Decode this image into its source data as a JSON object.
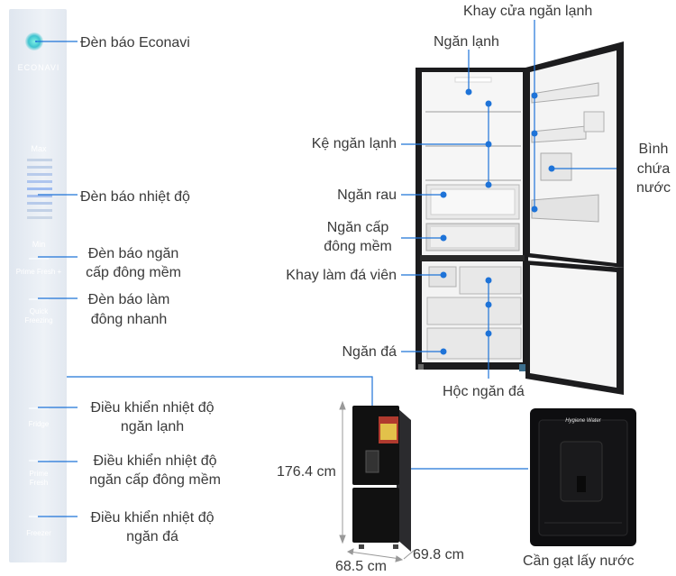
{
  "control_panel": {
    "brand": "ECONAVI",
    "max": "Max",
    "min": "Min",
    "prime_fresh_plus": "Prime Fresh +",
    "quick_freezing_1": "Quick",
    "quick_freezing_2": "Freezing",
    "fridge": "Fridge",
    "prime_fresh_1": "Prime",
    "prime_fresh_2": "Fresh",
    "freezer": "Freezer"
  },
  "panel_labels": {
    "econavi": "Đèn báo Econavi",
    "temp_indicator": "Đèn báo nhiệt độ",
    "prime_fresh_indicator_1": "Đèn báo ngăn",
    "prime_fresh_indicator_2": "cấp đông mềm",
    "quick_freeze_indicator_1": "Đèn báo làm",
    "quick_freeze_indicator_2": "đông nhanh",
    "fridge_control_1": "Điều khiển nhiệt độ",
    "fridge_control_2": "ngăn lạnh",
    "soft_freeze_control_1": "Điều khiển nhiệt độ",
    "soft_freeze_control_2": "ngăn cấp đông mềm",
    "freezer_control_1": "Điều khiển nhiệt độ",
    "freezer_control_2": "ngăn đá"
  },
  "fridge_labels": {
    "door_tray": "Khay cửa ngăn lạnh",
    "fridge_compartment": "Ngăn lạnh",
    "fridge_shelf": "Kệ ngăn lạnh",
    "vegetable": "Ngăn rau",
    "soft_freeze_1": "Ngăn cấp",
    "soft_freeze_2": "đông mềm",
    "ice_tray": "Khay làm đá viên",
    "freezer": "Ngăn đá",
    "freezer_drawer": "Hộc ngăn đá",
    "water_tank_1": "Bình",
    "water_tank_2": "chứa",
    "water_tank_3": "nước"
  },
  "dimensions": {
    "height": "176.4 cm",
    "width": "68.5 cm",
    "depth": "69.8 cm"
  },
  "dispenser": {
    "brand": "Hygiene Water",
    "caption": "Cần gạt lấy nước"
  },
  "colors": {
    "accent_blue": "#1e73d8",
    "panel_bg": "#e8eef5",
    "fridge_body": "#1b1b1d"
  }
}
